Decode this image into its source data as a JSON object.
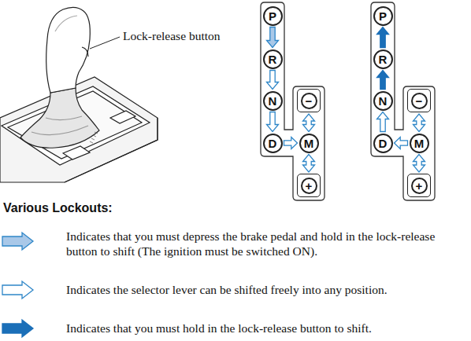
{
  "diagram": {
    "nodes": [
      {
        "text": [
          "P"
        ]
      },
      {
        "text": [
          "R"
        ]
      },
      {
        "text": [
          "N"
        ]
      },
      {
        "text": [
          "D"
        ]
      },
      {
        "text": [
          "−"
        ]
      },
      {
        "text": [
          "M"
        ]
      },
      {
        "text": [
          "+"
        ]
      },
      {
        "text": [
          "P"
        ]
      },
      {
        "text": [
          "R"
        ]
      },
      {
        "text": [
          "N"
        ]
      },
      {
        "text": [
          "D"
        ]
      },
      {
        "text": [
          "−"
        ]
      },
      {
        "text": [
          "M"
        ]
      },
      {
        "text": [
          "+"
        ]
      }
    ],
    "edges": [
      {
        "from": 0,
        "to": 1,
        "arrow": "to"
      },
      {
        "from": 1,
        "to": 2,
        "arrow": "to"
      },
      {
        "from": 2,
        "to": 3,
        "arrow": "to"
      },
      {
        "from": 3,
        "to": 5,
        "arrow": "to"
      },
      {
        "from": 5,
        "to": 4,
        "arrow": "both"
      },
      {
        "from": 5,
        "to": 6,
        "arrow": "both"
      },
      {
        "from": 8,
        "to": 7,
        "arrow": "to"
      },
      {
        "from": 9,
        "to": 8,
        "arrow": "to"
      },
      {
        "from": 10,
        "to": 9,
        "arrow": "to"
      },
      {
        "from": 12,
        "to": 10,
        "arrow": "to"
      },
      {
        "from": 12,
        "to": 11,
        "arrow": "both"
      },
      {
        "from": 12,
        "to": 13,
        "arrow": "both"
      }
    ],
    "labels": [
      "Lock-release button",
      "Various Lockouts:"
    ],
    "legend": [
      {
        "text": "Indicates that you must depress the brake pedal and hold in the lock-release button to shift (The ignition must be switched ON)."
      },
      {
        "text": "Indicates the selector lever can be shifted freely into any position."
      },
      {
        "text": "Indicates that you must hold in the lock-release button to shift."
      }
    ]
  }
}
